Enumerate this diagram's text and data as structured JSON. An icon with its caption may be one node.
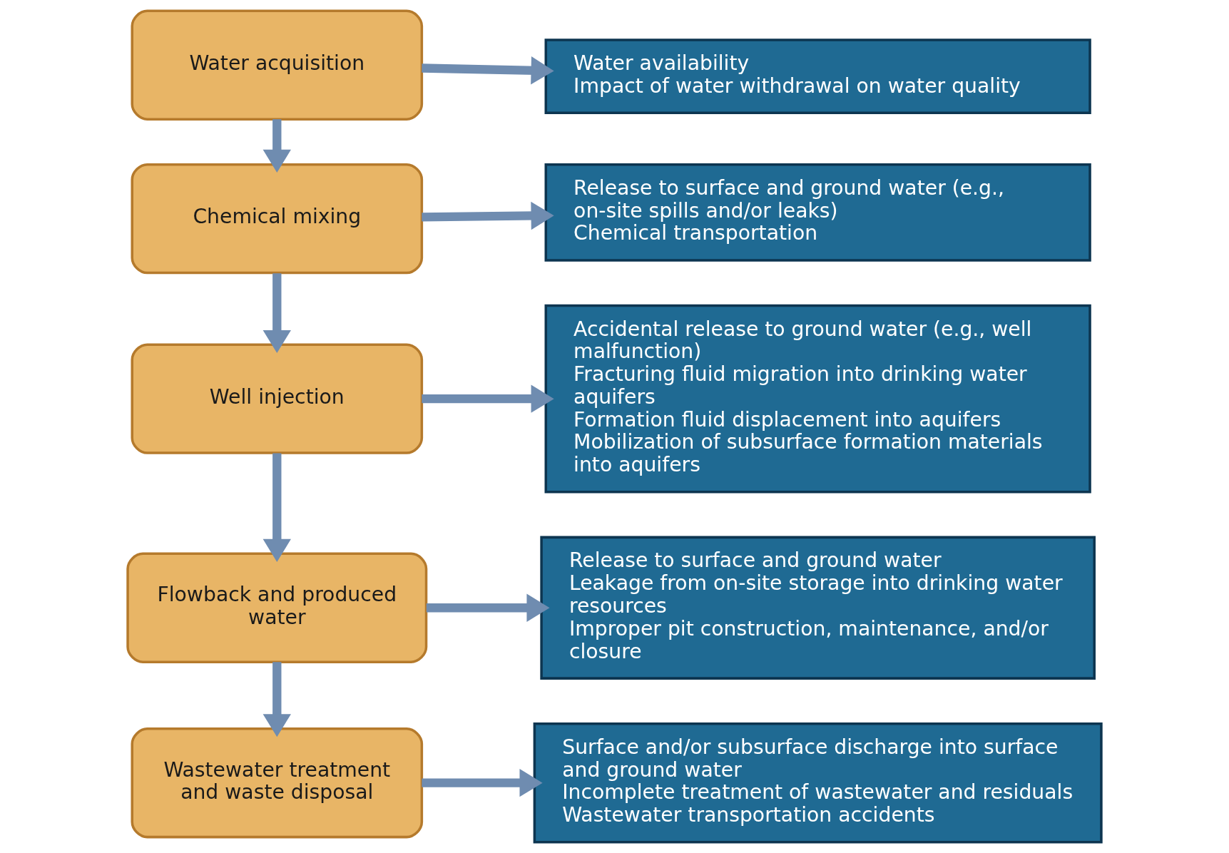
{
  "diagram": {
    "nodes": [
      {
        "text": [
          "Water acquisition"
        ]
      },
      {
        "text": [
          "Water availability",
          "Impact of water withdrawal on water quality"
        ]
      },
      {
        "text": [
          "Chemical mixing"
        ]
      },
      {
        "text": [
          "Release to surface and ground water (e.g., on-site spills and/or leaks)",
          "Chemical transportation"
        ]
      },
      {
        "text": [
          "Well injection"
        ]
      },
      {
        "text": [
          "Accidental release to ground water (e.g., well malfunction)",
          "Fracturing fluid migration into drinking water aquifers",
          "Formation fluid displacement into aquifers",
          "Mobilization of subsurface formation materials into aquifers"
        ]
      },
      {
        "text": [
          "Flowback and produced water"
        ]
      },
      {
        "text": [
          "Release to surface and ground water",
          "Leakage from on-site storage into drinking water resources",
          "Improper pit construction, maintenance, and/or closure"
        ]
      },
      {
        "text": [
          "Wastewater treatment and waste disposal"
        ]
      },
      {
        "text": [
          "Surface and/or subsurface discharge into surface and ground water",
          "Incomplete treatment of wastewater and residuals",
          "Wastewater transportation accidents"
        ]
      }
    ],
    "edges": [
      {
        "from": 0,
        "to": 1,
        "arrow": "to"
      },
      {
        "from": 0,
        "to": 2,
        "arrow": "to"
      },
      {
        "from": 2,
        "to": 3,
        "arrow": "to"
      },
      {
        "from": 2,
        "to": 4,
        "arrow": "to"
      },
      {
        "from": 4,
        "to": 5,
        "arrow": "to"
      },
      {
        "from": 4,
        "to": 6,
        "arrow": "to"
      },
      {
        "from": 6,
        "to": 7,
        "arrow": "to"
      },
      {
        "from": 6,
        "to": 8,
        "arrow": "to"
      },
      {
        "from": 8,
        "to": 9,
        "arrow": "to"
      }
    ]
  }
}
